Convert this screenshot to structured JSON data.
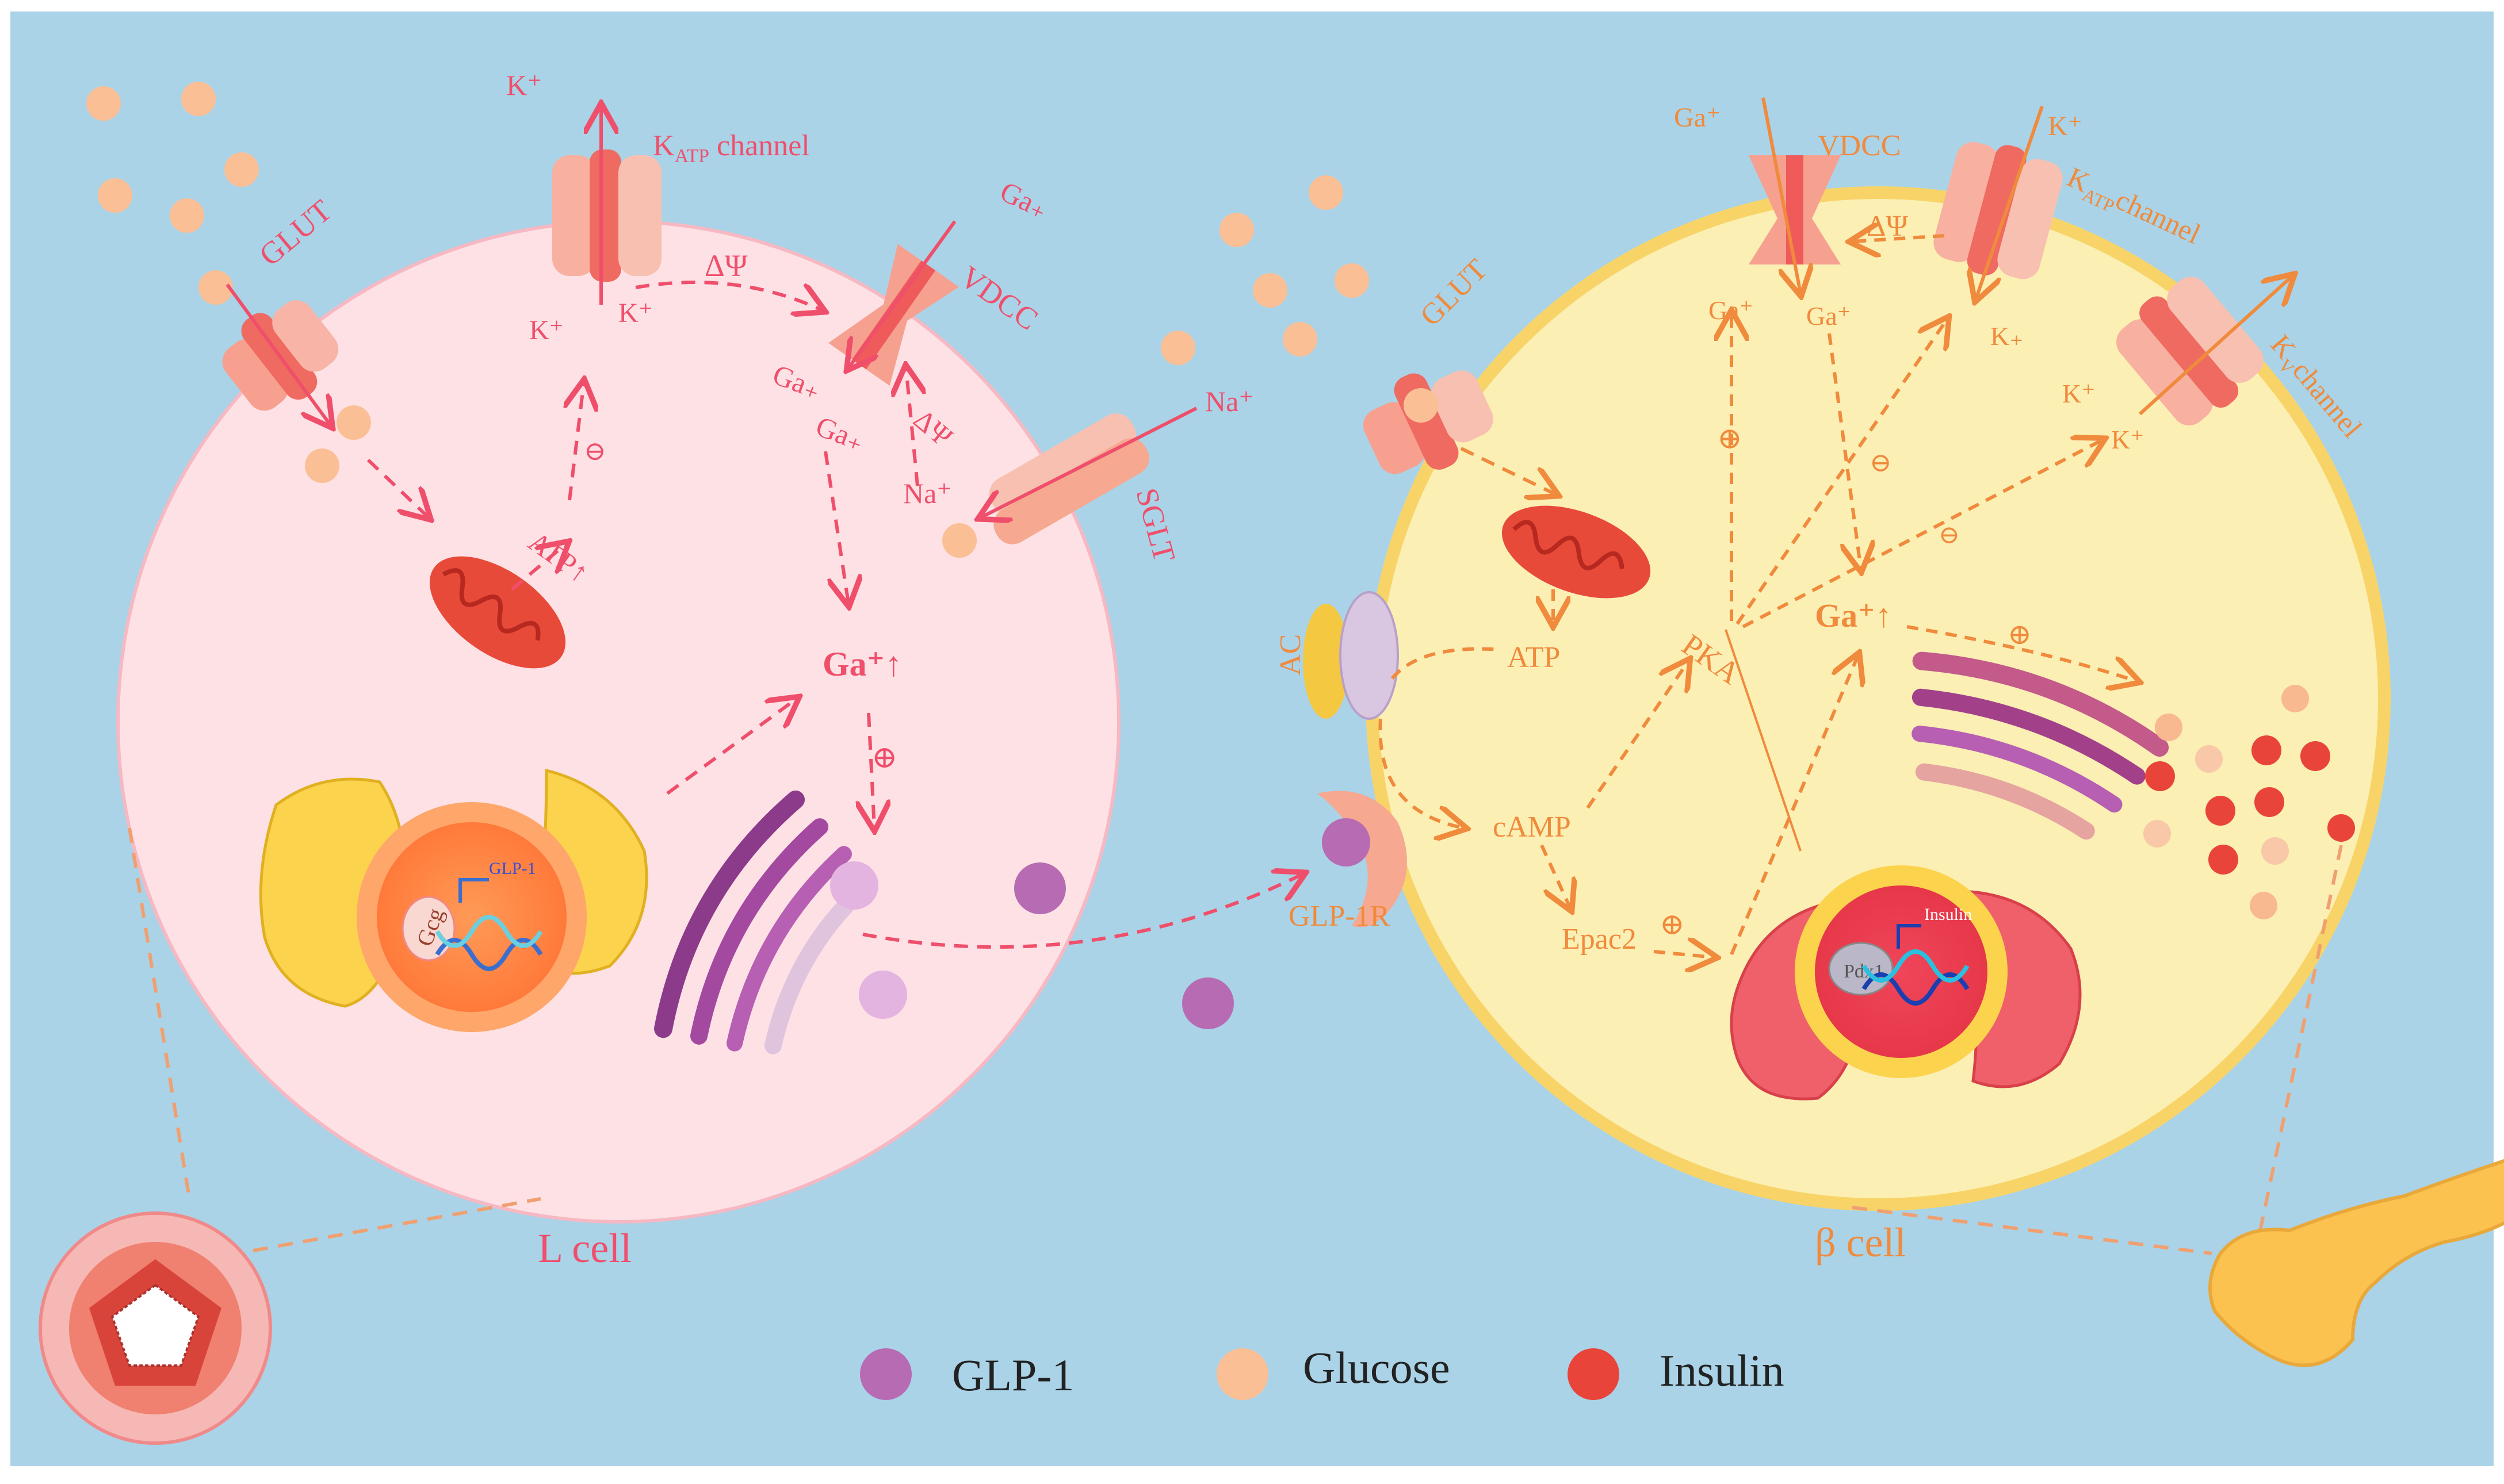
{
  "colors": {
    "background": "#aad3e8",
    "l_cell": "#fde1e5",
    "beta_cell": "#fbefb4",
    "pink_text": "#ef4f6b",
    "orange_text": "#f08a3c",
    "glp1": "#b76bb3",
    "glucose": "#fbbf96",
    "insulin": "#e9443a"
  },
  "l_cell": {
    "label": "L cell",
    "glut": "GLUT",
    "katp": "K",
    "katp_sub": "ATP",
    "katp_suffix": " channel",
    "k_top": "K⁺",
    "k_left": "K⁺",
    "k_right": "K⁺",
    "delta_psi": "ΔΨ",
    "vdcc": "VDCC",
    "ga_in": "Ga₊",
    "ga1": "Ga₊",
    "ga2": "Ga₊",
    "delta_psi_small": "ΔΨ",
    "na_out": "Na⁺",
    "na_in": "Na⁺",
    "sglt": "SGLT",
    "atp": "ATP↑",
    "minus": "⊖",
    "ga_up": "Ga⁺↑",
    "plus": "⊕",
    "gcg": "Gcg",
    "glp1_gene": "GLP-1"
  },
  "beta_cell": {
    "label": "β cell",
    "glut": "GLUT",
    "ac": "AC",
    "atp": "ATP",
    "camp": "cAMP",
    "epac2": "Epac2",
    "pka": "PKA",
    "glp1r": "GLP-1R",
    "vdcc": "VDCC",
    "ga_out": "Ga⁺",
    "ga_in1": "Ga⁺",
    "ga_in2": "Ga⁺",
    "k_out": "K⁺",
    "katp": "K",
    "katp_sub": "ATP",
    "katp_suffix": "channel",
    "k_in": "K₊",
    "delta_psi": "ΔΨ",
    "kv": "K",
    "kv_sub": "V",
    "kv_suffix": "channel",
    "k1": "K⁺",
    "k2": "K⁺",
    "ga_up": "Ga⁺↑",
    "plus1": "⊕",
    "plus2": "⊕",
    "plus3": "⊕",
    "minus1": "⊖",
    "minus2": "⊖",
    "insulin_gene": "Insulin",
    "pdx": "Pdx1"
  },
  "legend": {
    "glp1": "GLP-1",
    "glucose": "Glucose",
    "insulin": "Insulin"
  }
}
